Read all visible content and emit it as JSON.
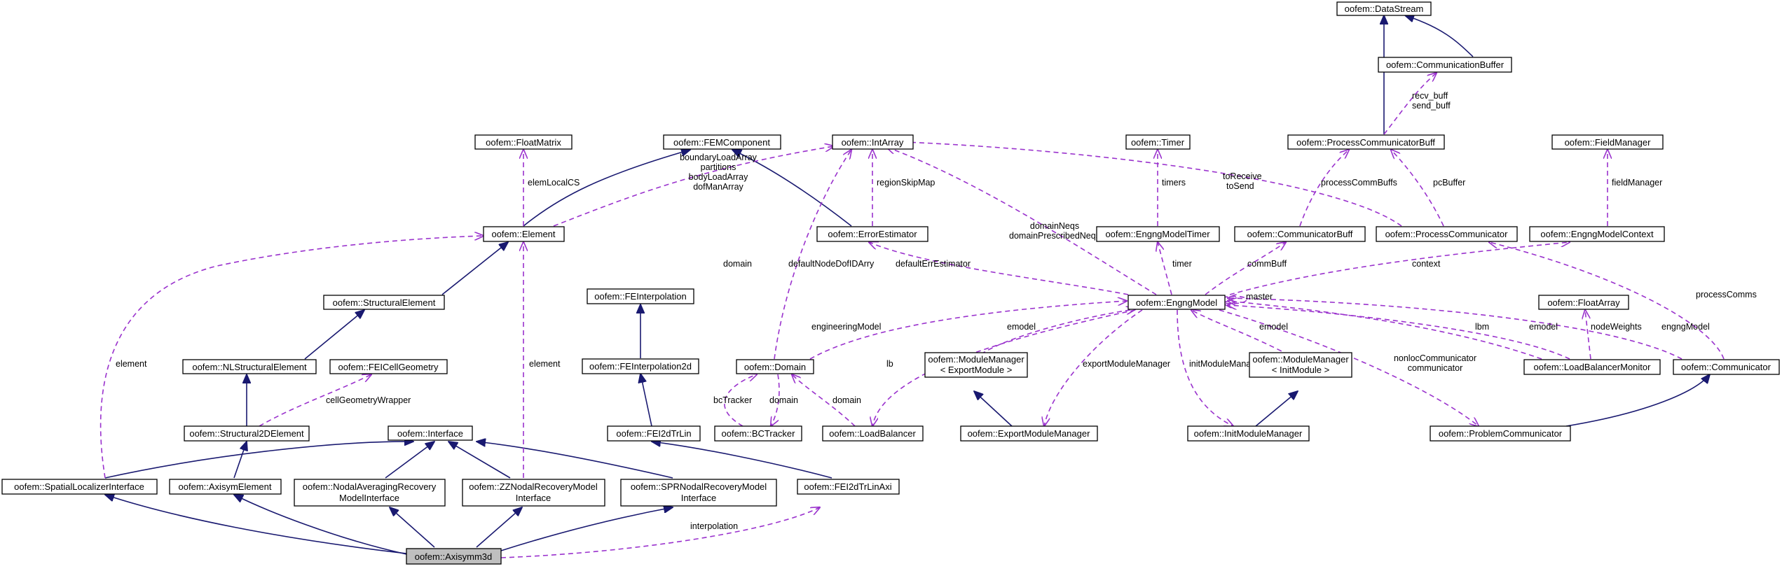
{
  "nodes": {
    "datastream": "oofem::DataStream",
    "commbuffer": "oofem::CommunicationBuffer",
    "pcbuff": "oofem::ProcessCommunicatorBuff",
    "timer": "oofem::Timer",
    "fieldmanager": "oofem::FieldManager",
    "floatmatrix": "oofem::FloatMatrix",
    "femcomponent": "oofem::FEMComponent",
    "intarray": "oofem::IntArray",
    "element": "oofem::Element",
    "errorestimator": "oofem::ErrorEstimator",
    "engngmodeltimer": "oofem::EngngModelTimer",
    "commbuff": "oofem::CommunicatorBuff",
    "proccomm": "oofem::ProcessCommunicator",
    "engngmodelcontext": "oofem::EngngModelContext",
    "structuralelement": "oofem::StructuralElement",
    "feinterpolation": "oofem::FEInterpolation",
    "engngmodel": "oofem::EngngModel",
    "floatarray": "oofem::FloatArray",
    "nlstructural": "oofem::NLStructuralElement",
    "feicellgeometry": "oofem::FEICellGeometry",
    "feinterpolation2d": "oofem::FEInterpolation2d",
    "domain": "oofem::Domain",
    "mmexport": [
      "oofem::ModuleManager",
      "< ExportModule >"
    ],
    "mminit": [
      "oofem::ModuleManager",
      "< InitModule >"
    ],
    "lbmonitor": "oofem::LoadBalancerMonitor",
    "communicator": "oofem::Communicator",
    "structural2d": "oofem::Structural2DElement",
    "interface": "oofem::Interface",
    "fei2dtrlin": "oofem::FEI2dTrLin",
    "bctracker": "oofem::BCTracker",
    "loadbalancer": "oofem::LoadBalancer",
    "exportmm": "oofem::ExportModuleManager",
    "initmm": "oofem::InitModuleManager",
    "problemcomm": "oofem::ProblemCommunicator",
    "spatial": "oofem::SpatialLocalizerInterface",
    "axisym": "oofem::AxisymElement",
    "nodalavg": [
      "oofem::NodalAveragingRecovery",
      "ModelInterface"
    ],
    "zz": [
      "oofem::ZZNodalRecoveryModel",
      "Interface"
    ],
    "spr": [
      "oofem::SPRNodalRecoveryModel",
      "Interface"
    ],
    "fei2dtrlinaxi": "oofem::FEI2dTrLinAxi",
    "axisymm3d": "oofem::Axisymm3d"
  },
  "edge_labels": {
    "recv_send": [
      "recv_buff",
      "send_buff"
    ],
    "processCommBuffs": "processCommBuffs",
    "pcBuffer": "pcBuffer",
    "toReceive_toSend": [
      "toReceive",
      "toSend"
    ],
    "timers": "timers",
    "fieldManager": "fieldManager",
    "elemLocalCS": "elemLocalCS",
    "element_arrays": [
      "boundaryLoadArray",
      "partitions",
      "bodyLoadArray",
      "dofManArray"
    ],
    "regionSkipMap": "regionSkipMap",
    "domainNeqs": [
      "domainNeqs",
      "domainPrescribedNeqs"
    ],
    "defaultErrEstimator": "defaultErrEstimator",
    "domain_to_engng": "domain",
    "defaultNodeDofIDArry": "defaultNodeDofIDArry",
    "timer": "timer",
    "commBuff": "commBuff",
    "context": "context",
    "master": "master",
    "engineeringModel": "engineeringModel",
    "emodel_mmexport": "emodel",
    "emodel_mminit": "emodel",
    "lbm": "lbm",
    "emodel_lbmonitor": "emodel",
    "engngModel_comm": "engngModel",
    "nodeWeights": "nodeWeights",
    "processComms": "processComms",
    "cellGeometryWrapper": "cellGeometryWrapper",
    "element_spatial": "element",
    "element_zz": "element",
    "bcTracker": "bcTracker",
    "domain_bctracker": "domain",
    "domain_lb": "domain",
    "lb": "lb",
    "exportModuleManager": "exportModuleManager",
    "initModuleManager": "initModuleManager",
    "nonloc": [
      "nonlocCommunicator",
      "communicator"
    ],
    "interpolation": "interpolation"
  },
  "colors": {
    "inheritance": "#191970",
    "usage": "#9a32cd",
    "focus_fill": "#bfbfbf",
    "node_border": "#000000"
  }
}
